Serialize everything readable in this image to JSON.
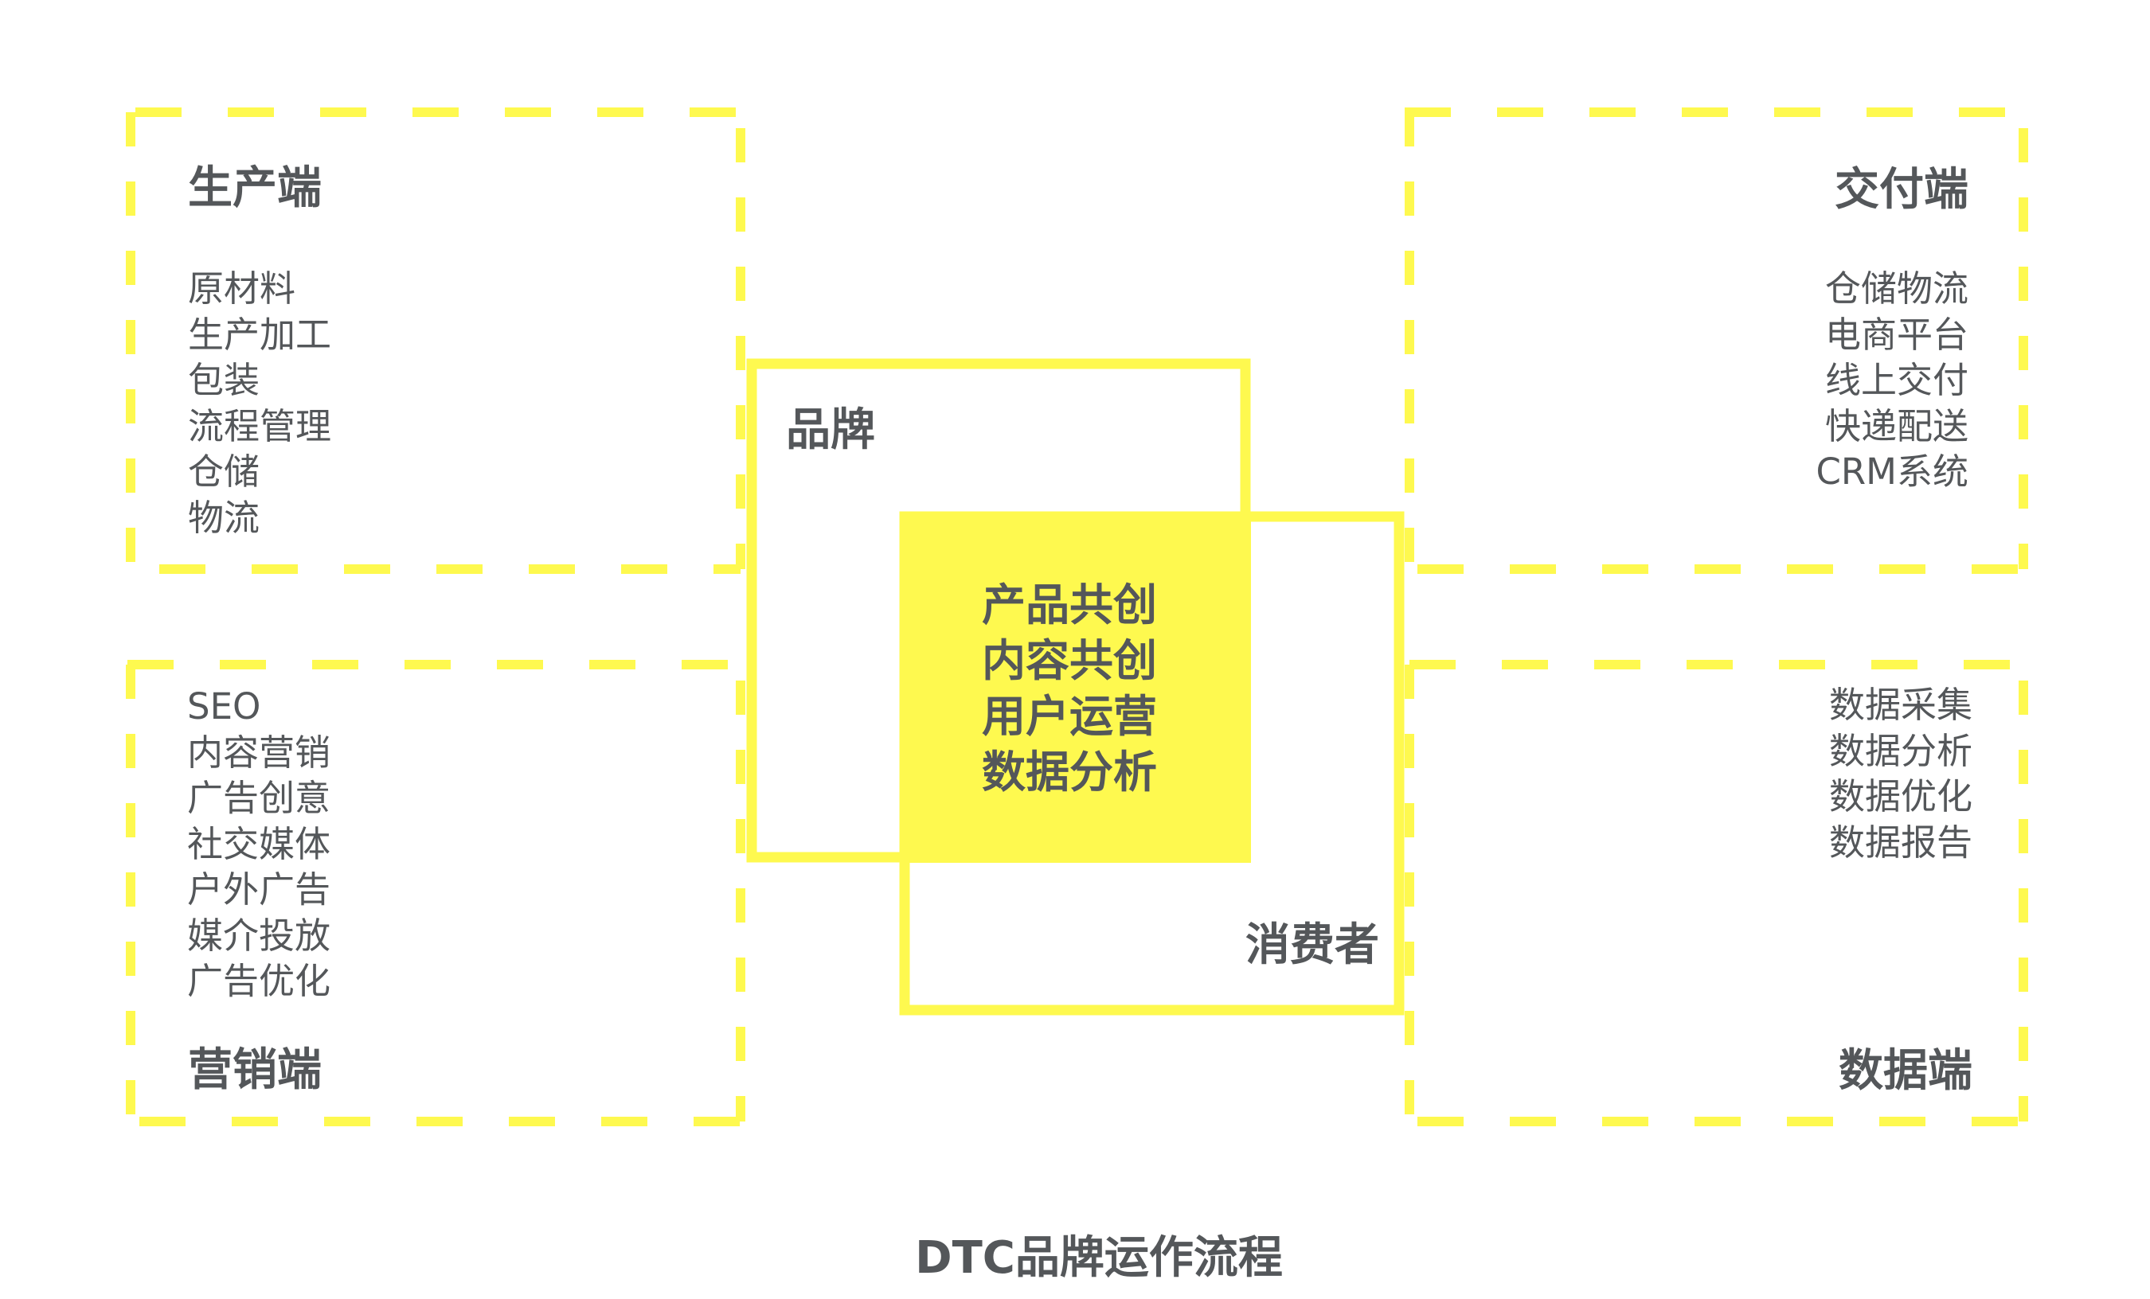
{
  "diagram": {
    "title": "DTC品牌运作流程",
    "accent_color": "#fef94f",
    "text_color": "#54575a",
    "brand": {
      "label": "品牌"
    },
    "consumer": {
      "label": "消费者"
    },
    "overlap": {
      "items": [
        "产品共创",
        "内容共创",
        "用户运营",
        "数据分析"
      ]
    },
    "production": {
      "title": "生产端",
      "items": [
        "原材料",
        "生产加工",
        "包装",
        "流程管理",
        "仓储",
        "物流"
      ]
    },
    "delivery": {
      "title": "交付端",
      "items": [
        "仓储物流",
        "电商平台",
        "线上交付",
        "快递配送",
        "CRM系统"
      ]
    },
    "marketing": {
      "title": "营销端",
      "items": [
        "SEO",
        "内容营销",
        "广告创意",
        "社交媒体",
        "户外广告",
        "媒介投放",
        "广告优化"
      ]
    },
    "data": {
      "title": "数据端",
      "items": [
        "数据采集",
        "数据分析",
        "数据优化",
        "数据报告"
      ]
    }
  }
}
